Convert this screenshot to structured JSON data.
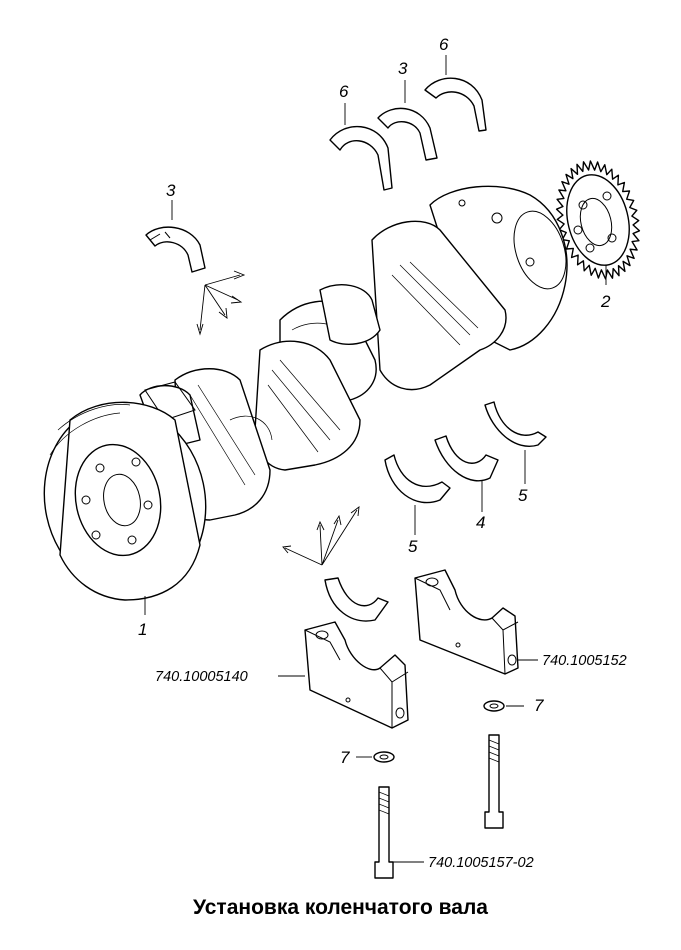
{
  "caption": "Установка коленчатого вала",
  "callouts": {
    "crankshaft": "1",
    "gear": "2",
    "upper_liner_left": "3",
    "upper_liner_mid": "3",
    "thrust_half_ring_mid": "6",
    "thrust_half_ring_right": "6",
    "lower_liner": "4",
    "lower_thrust_ring_left": "5",
    "lower_thrust_ring_right": "5",
    "washer_right": "7",
    "washer_left": "7"
  },
  "part_numbers": {
    "main_bearing_cap_front": "740.10005140",
    "main_bearing_cap_rear": "740.1005152",
    "cap_bolt": "740.1005157-02"
  }
}
